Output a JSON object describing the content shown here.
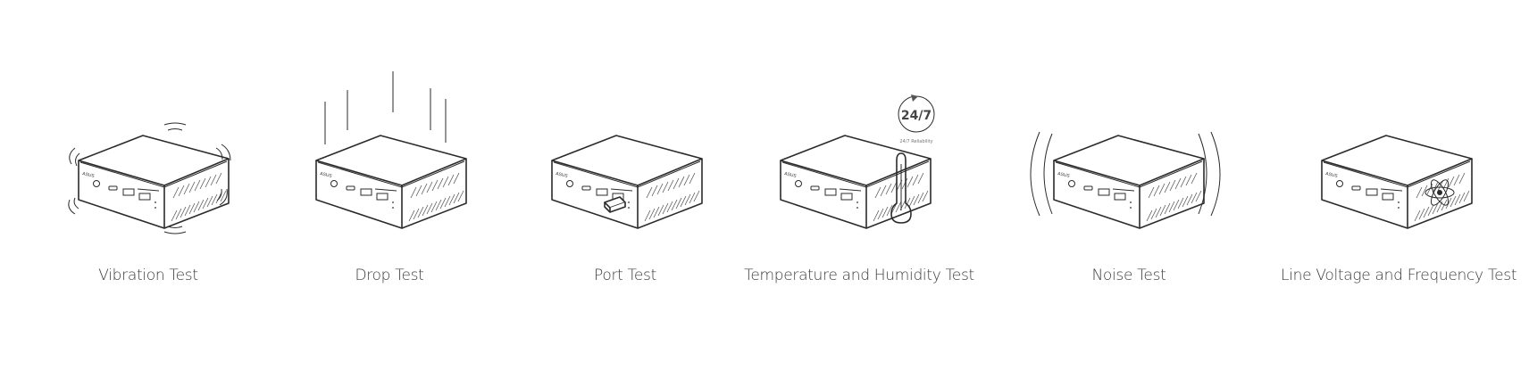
{
  "tests": [
    {
      "label": "Vibration Test",
      "icon": "vibration-icon"
    },
    {
      "label": "Drop Test",
      "icon": "drop-icon"
    },
    {
      "label": "Port Test",
      "icon": "usb-plug-icon"
    },
    {
      "label": "Temperature and Humidity Test",
      "icon": "thermometer-icon",
      "badge": {
        "main": "24/7",
        "sub": "24/7 Reliability"
      }
    },
    {
      "label": "Noise Test",
      "icon": "sound-waves-icon"
    },
    {
      "label": "Line Voltage and Frequency Test",
      "icon": "atom-icon"
    }
  ],
  "device_brand": "ASUS",
  "colors": {
    "line": "#2b2b2b",
    "text": "#3c3c3c",
    "background": "#ffffff"
  }
}
